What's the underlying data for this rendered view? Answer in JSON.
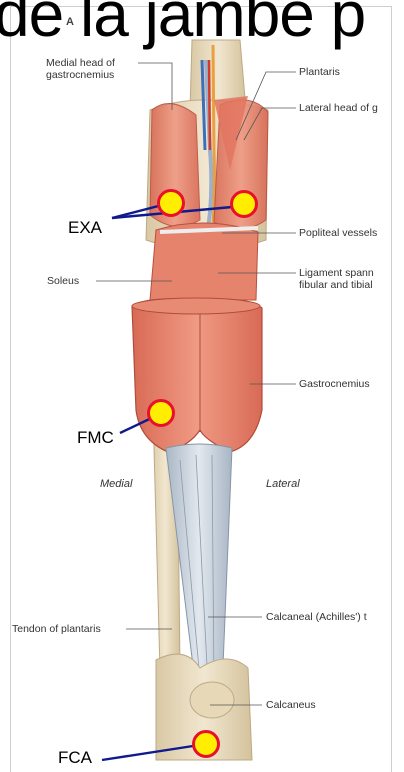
{
  "title": "de la jambe p",
  "panel_letter": "A",
  "labels": {
    "medial_head_line1": "Medial head of",
    "medial_head_line2": "gastrocnemius",
    "plantaris": "Plantaris",
    "lateral_head": "Lateral head of g",
    "popliteal": "Popliteal vessels",
    "ligament_line1": "Ligament spann",
    "ligament_line2": "fibular and tibial",
    "soleus": "Soleus",
    "gastrocnemius": "Gastrocnemius",
    "medial": "Medial",
    "lateral": "Lateral",
    "tendon_plantaris": "Tendon of plantaris",
    "calcaneal": "Calcaneal (Achilles') t",
    "calcaneus": "Calcaneus"
  },
  "markers": {
    "exa": "EXA",
    "fmc": "FMC",
    "fca": "FCA"
  },
  "colors": {
    "muscle": "#e8826d",
    "muscle_dark": "#c9604d",
    "bone": "#e9dcc0",
    "tendon": "#c7d1dc",
    "marker_fill": "#ffee00",
    "marker_stroke": "#e8102a",
    "marker_line": "#101a8c"
  }
}
